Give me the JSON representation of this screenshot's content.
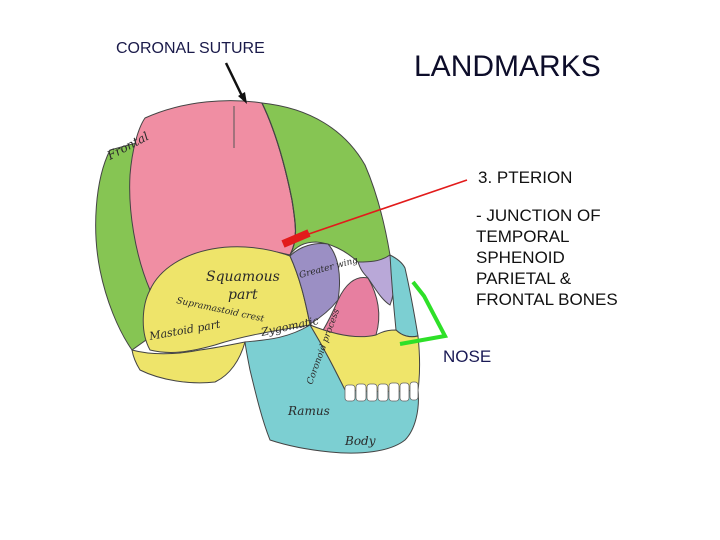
{
  "labels": {
    "coronal_suture": "CORONAL SUTURE",
    "title": "LANDMARKS",
    "pterion": "3. PTERION",
    "junction_lines": [
      "- JUNCTION OF",
      "TEMPORAL",
      "SPHENOID",
      "PARIETAL &",
      "FRONTAL BONES"
    ],
    "nose": "NOSE"
  },
  "skull_labels": {
    "frontal": "Frontal",
    "squamous": "Squamous",
    "part": "part",
    "greater_wing": "Greater wing",
    "supramastoid_crest": "Supramastoid crest",
    "zygomatic": "Zygomatic",
    "mastoid_part": "Mastoid part",
    "coronoid_process": "Coronoid process",
    "ramus": "Ramus",
    "body": "Body"
  },
  "colors": {
    "parietal": "#f08ea3",
    "frontal": "#86c553",
    "temporal": "#eee46a",
    "sphenoid": "#9b8fc4",
    "occipital": "#86c553",
    "mandible": "#7ccfd2",
    "maxilla": "#efe56a",
    "zygomatic_bone": "#e77fa0",
    "nasal": "#7ccfd2",
    "pterion_arrow": "#e21b1b",
    "nose_pointer": "#2ee028",
    "text_dark": "#111111"
  }
}
